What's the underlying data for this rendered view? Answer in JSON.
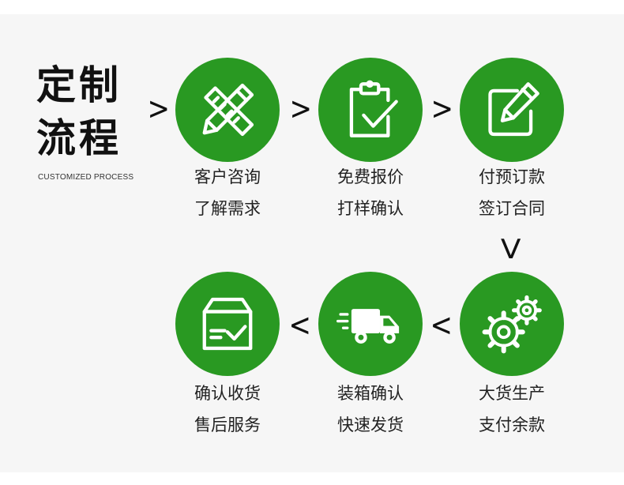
{
  "title": {
    "line1": "定制",
    "line2": "流程",
    "subtitle": "CUSTOMIZED PROCESS"
  },
  "arrows": {
    "right": ">",
    "down": "V",
    "left": "<"
  },
  "steps": [
    {
      "line1": "客户咨询",
      "line2": "了解需求",
      "icon": "ruler-pencil-icon"
    },
    {
      "line1": "免费报价",
      "line2": "打样确认",
      "icon": "clipboard-check-icon"
    },
    {
      "line1": "付预订款",
      "line2": "签订合同",
      "icon": "edit-icon"
    },
    {
      "line1": "大货生产",
      "line2": "支付余款",
      "icon": "gears-icon"
    },
    {
      "line1": "装箱确认",
      "line2": "快速发货",
      "icon": "delivery-truck-icon"
    },
    {
      "line1": "确认收货",
      "line2": "售后服务",
      "icon": "box-check-icon"
    }
  ],
  "colors": {
    "accent": "#299922",
    "panel": "#f6f6f6",
    "text": "#222222"
  }
}
